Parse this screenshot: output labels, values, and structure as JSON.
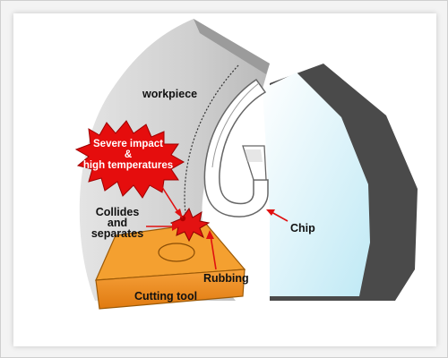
{
  "labels": {
    "workpiece": "workpiece",
    "severe_line1": "Severe impact",
    "severe_line2": "&",
    "severe_line3": "high temperatures",
    "collides_line1": "Collides",
    "collides_line2": "and",
    "collides_line3": "separates",
    "chip": "Chip",
    "rubbing": "Rubbing",
    "cutting_tool": "Cutting tool"
  },
  "colors": {
    "workpiece_light": "#c8c8c8",
    "workpiece_dark": "#4d4d4d",
    "chip_blue": "#cdeef7",
    "burst_red": "#e01010",
    "tool_orange": "#f08a1c",
    "arrow_red": "#e01010"
  }
}
